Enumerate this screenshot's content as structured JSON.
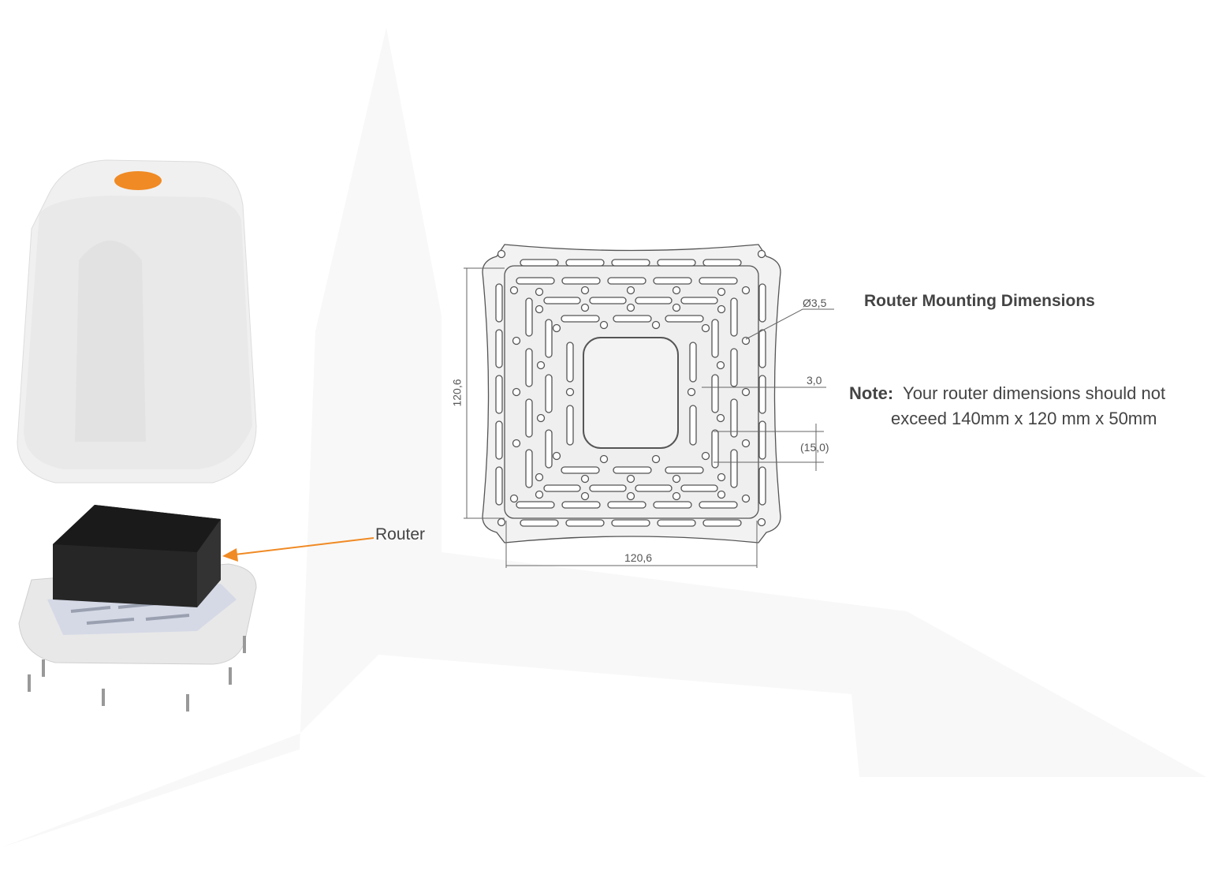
{
  "heading": "Router Mounting Dimensions",
  "note": {
    "label": "Note:",
    "line1": "Your router dimensions should not",
    "line2": "exceed 140mm x 120 mm x 50mm"
  },
  "callout": {
    "router_label": "Router"
  },
  "dimensions": {
    "hole_diameter": "Ø3,5",
    "slot_width": "3,0",
    "slot_spacing": "(15,0)",
    "height": "120,6",
    "width": "120,6"
  },
  "colors": {
    "accent": "#f08a24",
    "text": "#444444",
    "router_box": "#262626"
  }
}
